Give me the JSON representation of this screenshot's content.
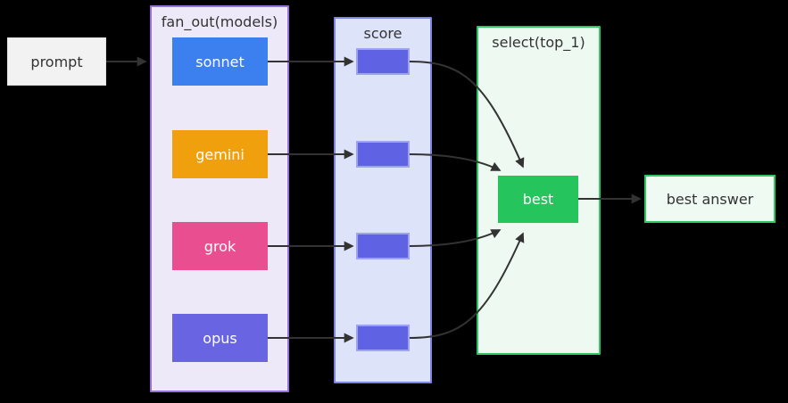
{
  "canvas": {
    "background": "#000000",
    "edge_color": "#333333"
  },
  "diagram": {
    "containers": {
      "fan_out": {
        "title": "fan_out(models)",
        "fill": "#EDE9F8",
        "border": "#9A70DB"
      },
      "score": {
        "title": "score",
        "fill": "#DDE3F9",
        "border": "#7B87E6"
      },
      "select": {
        "title": "select(top_1)",
        "fill": "#EEFAF1",
        "border": "#2EC662"
      }
    },
    "nodes": {
      "prompt": {
        "label": "prompt",
        "fill": "#F2F2F3",
        "text": "#333333"
      },
      "sonnet": {
        "label": "sonnet",
        "fill": "#3C80F0",
        "text": "#FFFFFF"
      },
      "gemini": {
        "label": "gemini",
        "fill": "#F0A00C",
        "text": "#FFFFFF"
      },
      "grok": {
        "label": "grok",
        "fill": "#E94F90",
        "text": "#FFFFFF"
      },
      "opus": {
        "label": "opus",
        "fill": "#6965E2",
        "text": "#FFFFFF"
      },
      "best": {
        "label": "best",
        "fill": "#25C45C",
        "text": "#FFFFFF"
      },
      "best_answer": {
        "label": "best answer",
        "fill": "#EFFAF2",
        "border": "#2EC662",
        "text": "#333333"
      }
    },
    "score_slots": {
      "count": 4,
      "fill": "#5F62E2",
      "border": "#9CA3F0"
    },
    "edges": [
      {
        "from": "prompt",
        "to": "fan_out(models)"
      },
      {
        "from": "sonnet",
        "to": "score-slot-1"
      },
      {
        "from": "gemini",
        "to": "score-slot-2"
      },
      {
        "from": "grok",
        "to": "score-slot-3"
      },
      {
        "from": "opus",
        "to": "score-slot-4"
      },
      {
        "from": "score-slot-1",
        "to": "best"
      },
      {
        "from": "score-slot-2",
        "to": "best"
      },
      {
        "from": "score-slot-3",
        "to": "best"
      },
      {
        "from": "score-slot-4",
        "to": "best"
      },
      {
        "from": "best",
        "to": "best answer"
      }
    ]
  }
}
